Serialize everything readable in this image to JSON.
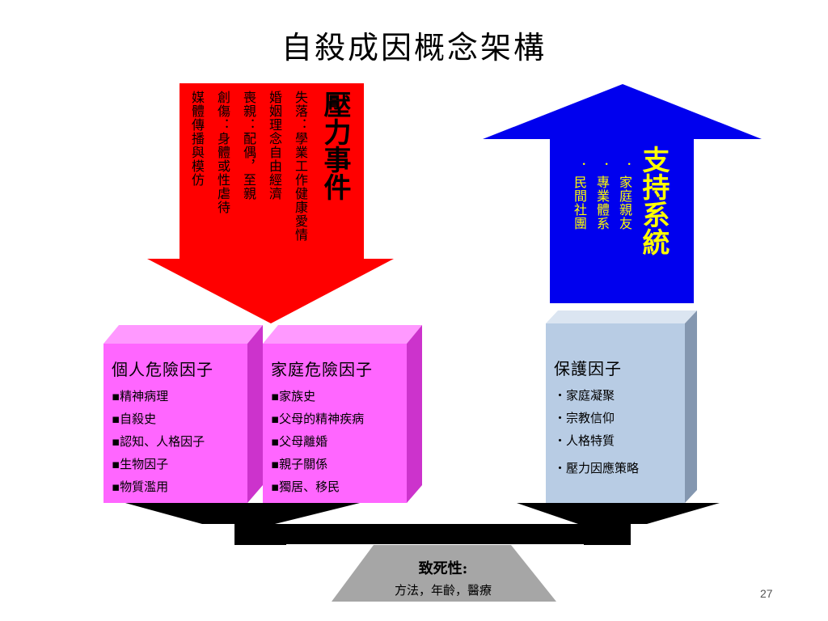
{
  "title": "自殺成因概念架構",
  "stress": {
    "heading": "壓力事件",
    "items": [
      "失落：學業工作健康愛情",
      "婚姻理念自由經濟",
      "喪親：配偶，至親",
      "創傷：身體或性虐待",
      "媒體傳播與模仿"
    ]
  },
  "support": {
    "heading": "支持系統",
    "items": [
      "．家庭親友",
      "．專業體系",
      "．民間社團"
    ]
  },
  "personal_risk": {
    "title": "個人危險因子",
    "items": [
      "▪精神病理",
      "▪自殺史",
      "▪認知、人格因子",
      "▪生物因子",
      "▪物質濫用"
    ]
  },
  "family_risk": {
    "title": "家庭危險因子",
    "items": [
      "▪家族史",
      "▪父母的精神疾病",
      "▪父母離婚",
      "▪親子關係",
      "▪獨居、移民"
    ]
  },
  "protective": {
    "title": "保護因子",
    "items": [
      "・家庭凝聚",
      "・宗教信仰",
      "・人格特質",
      "・壓力因應策略"
    ]
  },
  "fulcrum": {
    "line1": "致死性:",
    "line2": "方法，年齡，醫療"
  },
  "page_number": "27",
  "colors": {
    "stress_arrow": "#ff0000",
    "support_arrow": "#0000ee",
    "risk_box": "#ff66ff",
    "protective_box": "#b8cce4",
    "fulcrum": "#a6a6a6"
  }
}
